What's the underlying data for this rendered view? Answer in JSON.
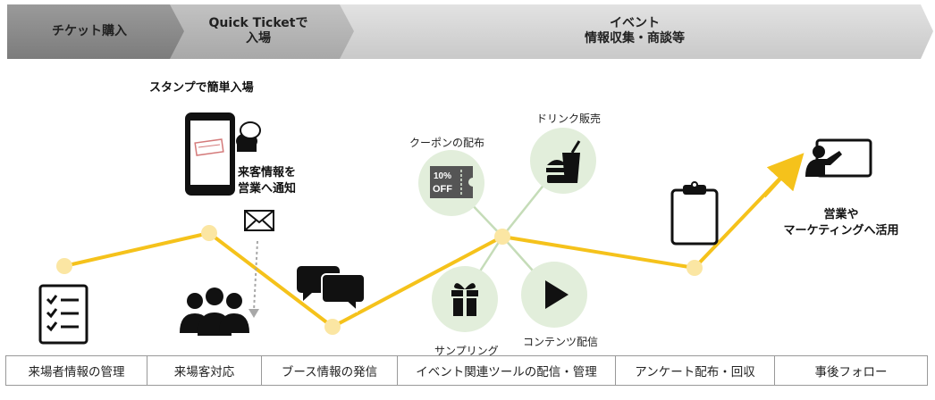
{
  "header_steps": [
    {
      "line1": "チケット購入",
      "line2": ""
    },
    {
      "line1": "Quick Ticketで",
      "line2": "入場"
    },
    {
      "line1": "イベント",
      "line2": "情報収集・商談等"
    }
  ],
  "labels": {
    "stamp_entry": "スタンプで簡単入場",
    "visitor_info_line1": "来客情報を",
    "visitor_info_line2": "営業へ通知",
    "coupon": "クーポンの配布",
    "drink": "ドリンク販売",
    "sampling": "サンプリング",
    "content": "コンテンツ配信",
    "marketing_line1": "営業や",
    "marketing_line2": "マーケティングへ活用",
    "coupon_badge_line1": "10%",
    "coupon_badge_line2": "OFF"
  },
  "bottom_table": [
    "来場者情報の管理",
    "来場客対応",
    "ブース情報の発信",
    "イベント関連ツールの配信・管理",
    "アンケート配布・回収",
    "事後フォロー"
  ],
  "colors": {
    "timeline": "#f5c21b",
    "node": "#fbe6a3",
    "bubble": "#e2eedb",
    "bubble_line": "#c5dcb8",
    "header_dark": "#8c8c8c",
    "header_mid": "#b3b3b3",
    "header_light": "#d4d4d4"
  },
  "icons": [
    "checklist-icon",
    "smartphone-icon",
    "stamp-icon",
    "envelope-icon",
    "people-icon",
    "chat-icon",
    "coupon-icon",
    "drink-icon",
    "gift-icon",
    "play-icon",
    "clipboard-icon",
    "presentation-icon"
  ]
}
